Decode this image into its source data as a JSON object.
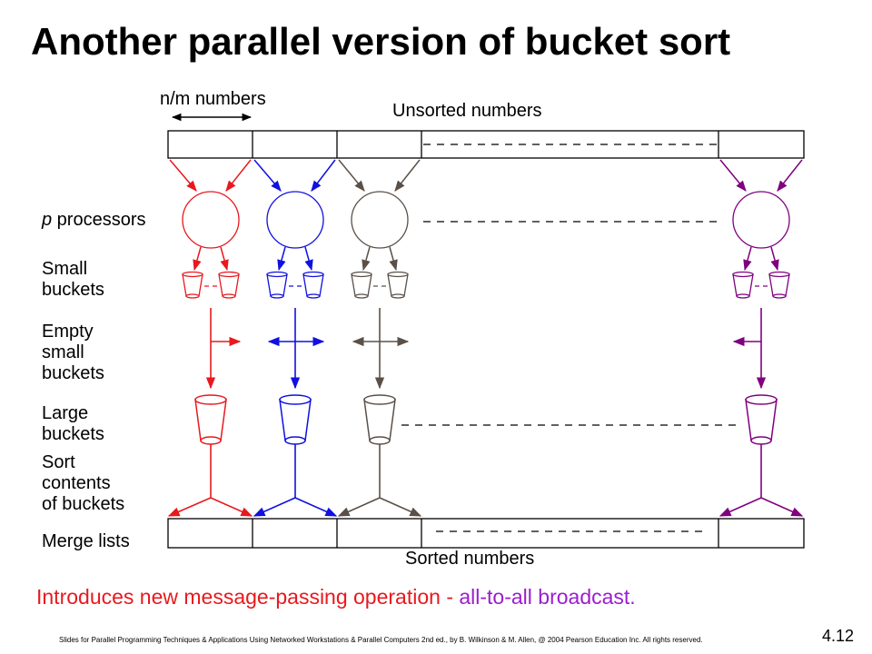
{
  "title": "Another parallel version of bucket sort",
  "labels": {
    "nm_numbers": "n/m numbers",
    "unsorted_numbers": "Unsorted numbers",
    "p_italic": "p",
    "processors": " processors",
    "small_buckets": [
      "Small",
      "buckets"
    ],
    "empty_small_buckets": [
      "Empty",
      "small",
      "buckets"
    ],
    "large_buckets": [
      "Large",
      "buckets"
    ],
    "sort_contents": [
      "Sort",
      "contents",
      "of buckets"
    ],
    "merge_lists": "Merge lists",
    "sorted_numbers": "Sorted numbers"
  },
  "footer": {
    "note_main": "Introduces new message-passing operation - ",
    "note_highlight": "all-to-all broadcast.",
    "copyright": "Slides for Parallel Programming Techniques & Applications Using Networked Workstations & Parallel Computers 2nd ed., by B. Wilkinson & M. Allen, @ 2004 Pearson Education Inc. All rights reserved.",
    "slide_number": "4.12"
  },
  "colors": {
    "processor_1": "#e8191e",
    "processor_2": "#1010e0",
    "processor_3": "#5a5048",
    "processor_m": "#800080",
    "note_main": "#e8191e",
    "note_highlight": "#9c1cd0",
    "lines": "#000000"
  }
}
